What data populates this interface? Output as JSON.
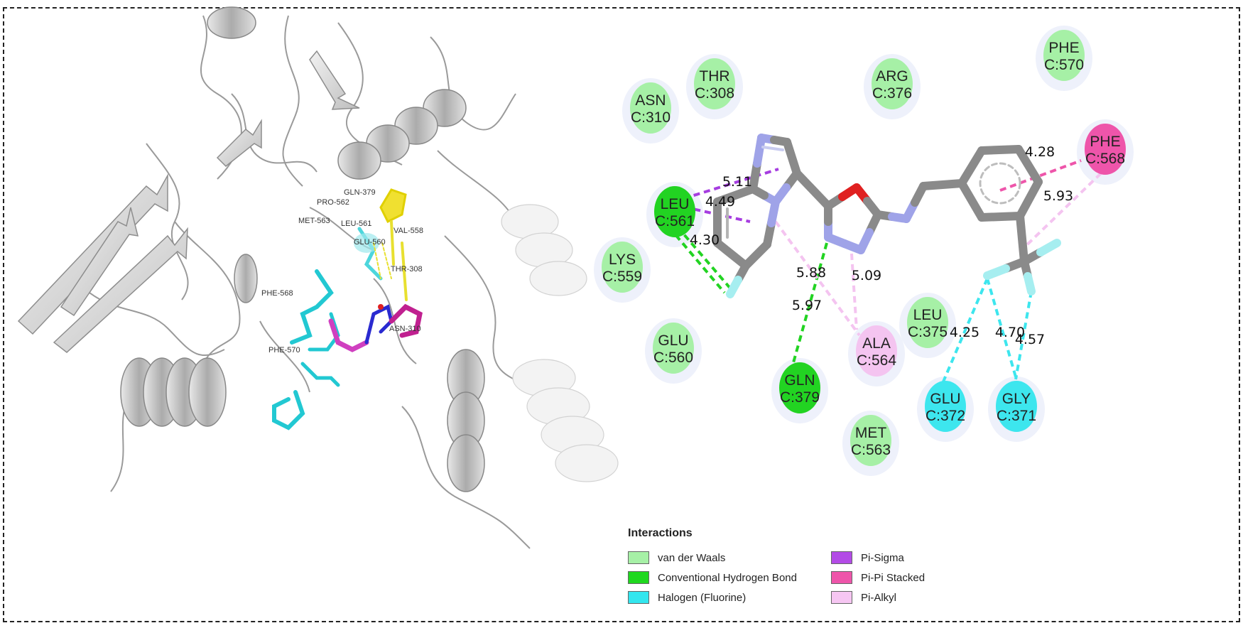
{
  "residues": [
    {
      "id": "THR C:308",
      "line1": "THR",
      "line2": "C:308",
      "type": "vdw"
    },
    {
      "id": "ASN C:310",
      "line1": "ASN",
      "line2": "C:310",
      "type": "vdw"
    },
    {
      "id": "ARG C:376",
      "line1": "ARG",
      "line2": "C:376",
      "type": "vdw"
    },
    {
      "id": "PHE C:570",
      "line1": "PHE",
      "line2": "C:570",
      "type": "vdw"
    },
    {
      "id": "PHE C:568",
      "line1": "PHE",
      "line2": "C:568",
      "type": "pipi"
    },
    {
      "id": "LEU C:561",
      "line1": "LEU",
      "line2": "C:561",
      "type": "hbond"
    },
    {
      "id": "LYS C:559",
      "line1": "LYS",
      "line2": "C:559",
      "type": "vdw"
    },
    {
      "id": "GLU C:560",
      "line1": "GLU",
      "line2": "C:560",
      "type": "vdw"
    },
    {
      "id": "LEU C:375",
      "line1": "LEU",
      "line2": "C:375",
      "type": "vdw"
    },
    {
      "id": "ALA C:564",
      "line1": "ALA",
      "line2": "C:564",
      "type": "pialkyl"
    },
    {
      "id": "GLN C:379",
      "line1": "GLN",
      "line2": "C:379",
      "type": "hbond"
    },
    {
      "id": "GLU C:372",
      "line1": "GLU",
      "line2": "C:372",
      "type": "halogen"
    },
    {
      "id": "GLY C:371",
      "line1": "GLY",
      "line2": "C:371",
      "type": "halogen"
    },
    {
      "id": "MET C:563",
      "line1": "MET",
      "line2": "C:563",
      "type": "vdw"
    }
  ],
  "distances": [
    "5.11",
    "4.49",
    "4.30",
    "5.88",
    "5.97",
    "5.09",
    "4.28",
    "5.93",
    "4.25",
    "4.70",
    "4.57"
  ],
  "protein_labels": [
    "GLN-379",
    "PRO-562",
    "MET-563",
    "LEU-561",
    "GLU-560",
    "VAL-558",
    "THR-308",
    "PHE-568",
    "PHE-570",
    "ASN-310"
  ],
  "legend": {
    "title": "Interactions",
    "items": [
      {
        "label": "van der Waals",
        "color": "#a6f0a6"
      },
      {
        "label": "Conventional Hydrogen Bond",
        "color": "#1fd81f"
      },
      {
        "label": "Halogen (Fluorine)",
        "color": "#33e6ee"
      },
      {
        "label": "Pi-Sigma",
        "color": "#b34be6"
      },
      {
        "label": "Pi-Pi Stacked",
        "color": "#ee55aa"
      },
      {
        "label": "Pi-Alkyl",
        "color": "#f6c6f2"
      }
    ]
  },
  "colors": {
    "vdw": "#a6f0a6",
    "hbond": "#22d322",
    "halogen": "#3de6ee",
    "pisigma": "#a63de0",
    "pipi": "#ee55aa",
    "pialkyl": "#f4c4f0",
    "carbon": "#8a8a8a",
    "nitrogen": "#9fa3e8",
    "oxygen": "#e02020",
    "fluorine": "#a6eef0"
  }
}
